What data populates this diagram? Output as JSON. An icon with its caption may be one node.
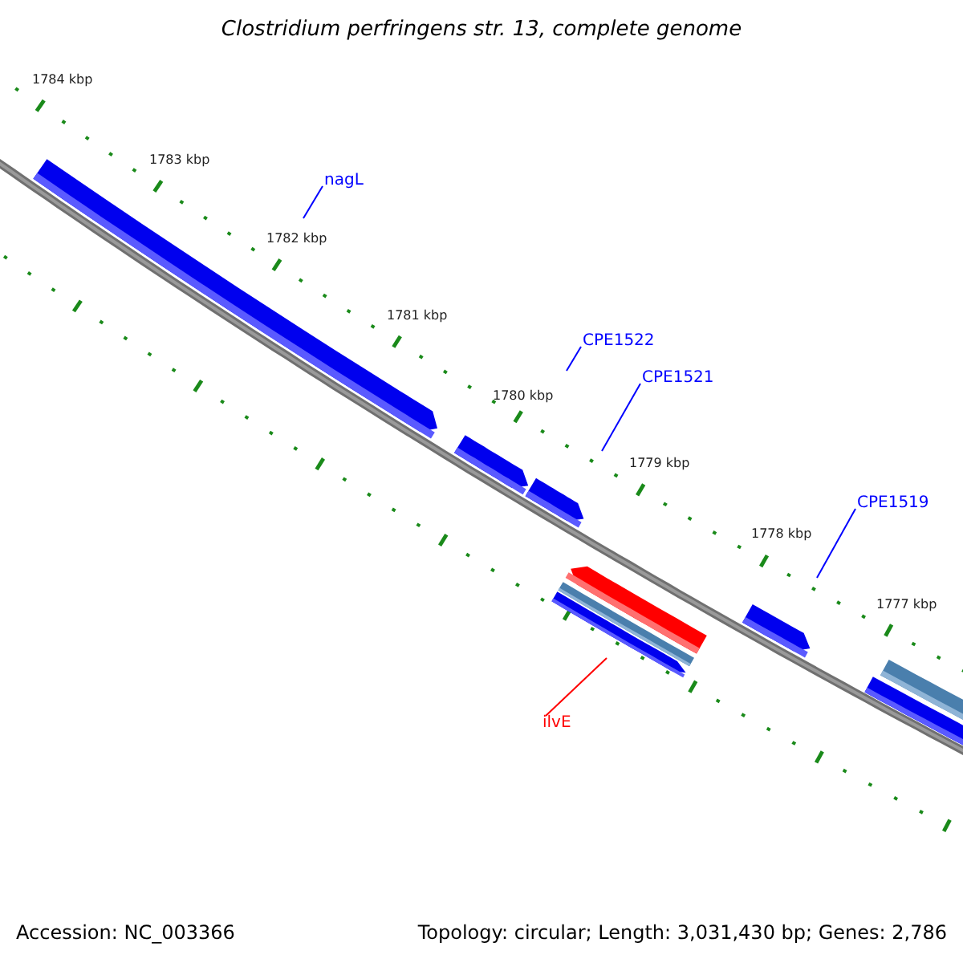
{
  "diagram": {
    "title": "Clostridium perfringens str. 13, complete genome",
    "nodes": [
      {
        "text": [
          "nagL"
        ]
      },
      {
        "text": [
          "CPE1522"
        ]
      },
      {
        "text": [
          "CPE1521"
        ]
      },
      {
        "text": [
          "CPE1519"
        ]
      },
      {
        "text": [
          "ilvE"
        ]
      }
    ],
    "edges": [
      {
        "from": 0,
        "to": null,
        "arrow": "none"
      },
      {
        "from": 1,
        "to": null,
        "arrow": "none"
      },
      {
        "from": 2,
        "to": null,
        "arrow": "none"
      },
      {
        "from": 3,
        "to": null,
        "arrow": "none"
      },
      {
        "from": 4,
        "to": null,
        "arrow": "none",
        "color": "#ff0000"
      }
    ],
    "labels": [
      "1784 kbp",
      "1783 kbp",
      "1782 kbp",
      "1781 kbp",
      "1780 kbp",
      "1779 kbp",
      "1778 kbp",
      "1777 kbp",
      "Accession: NC_003366",
      "Topology: circular; Length: 3,031,430 bp; Genes: 2,786"
    ]
  }
}
